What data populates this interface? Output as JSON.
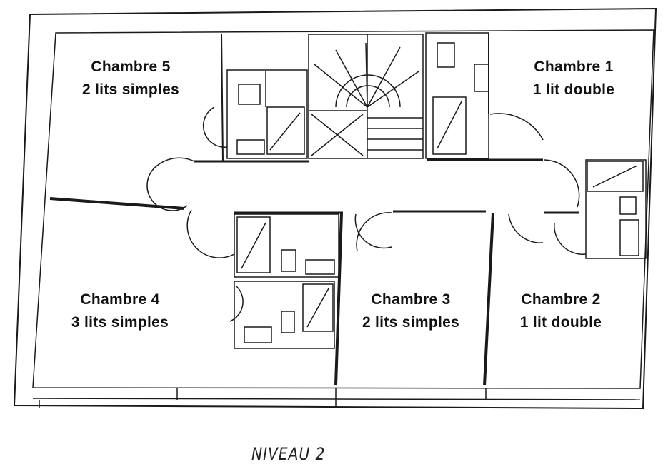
{
  "rooms": [
    {
      "id": "chambre-5",
      "name": "Chambre 5",
      "beds": "2 lits simples"
    },
    {
      "id": "chambre-1",
      "name": "Chambre 1",
      "beds": "1 lit double"
    },
    {
      "id": "chambre-4",
      "name": "Chambre 4",
      "beds": "3 lits simples"
    },
    {
      "id": "chambre-3",
      "name": "Chambre 3",
      "beds": "2 lits simples"
    },
    {
      "id": "chambre-2",
      "name": "Chambre 2",
      "beds": "1 lit double"
    }
  ],
  "level_label": "NIVEAU 2",
  "colors": {
    "line": "#1a1a1a",
    "background": "#ffffff"
  }
}
